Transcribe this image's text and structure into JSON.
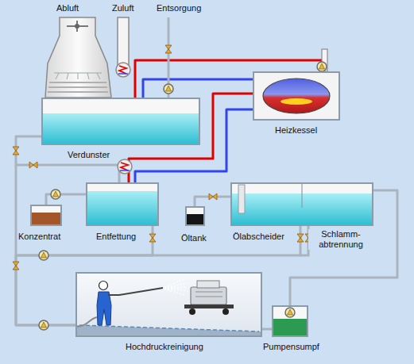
{
  "diagram": {
    "nodes": [
      {
        "text": [
          "Verdunster"
        ]
      },
      {
        "text": [
          "Heizkessel"
        ]
      },
      {
        "text": [
          "Konzentrat"
        ]
      },
      {
        "text": [
          "Entfettung"
        ]
      },
      {
        "text": [
          "Öltank"
        ]
      },
      {
        "text": [
          "Ölabscheider",
          "Schlamm- abtrennung"
        ]
      },
      {
        "text": [
          "Hochdruckreinigung"
        ]
      },
      {
        "text": [
          "Pumpensumpf"
        ]
      }
    ],
    "edges": [
      {
        "from": 0,
        "to": 1,
        "arrow": "none"
      },
      {
        "from": 1,
        "to": 0,
        "arrow": "none"
      },
      {
        "from": 1,
        "to": 3,
        "arrow": "none"
      },
      {
        "from": 1,
        "to": 3,
        "arrow": "none"
      },
      {
        "from": 3,
        "to": 2,
        "arrow": "none"
      },
      {
        "from": 5,
        "to": 4,
        "arrow": "none"
      },
      {
        "from": 6,
        "to": 7,
        "arrow": "none"
      },
      {
        "from": 7,
        "to": 5,
        "arrow": "none"
      },
      {
        "from": 5,
        "to": 6,
        "arrow": "none"
      },
      {
        "from": 3,
        "to": 6,
        "arrow": "none"
      },
      {
        "from": 0,
        "to": 3,
        "arrow": "none"
      }
    ],
    "labels": [
      "Abluft",
      "Zuluft",
      "Entsorgung"
    ]
  }
}
